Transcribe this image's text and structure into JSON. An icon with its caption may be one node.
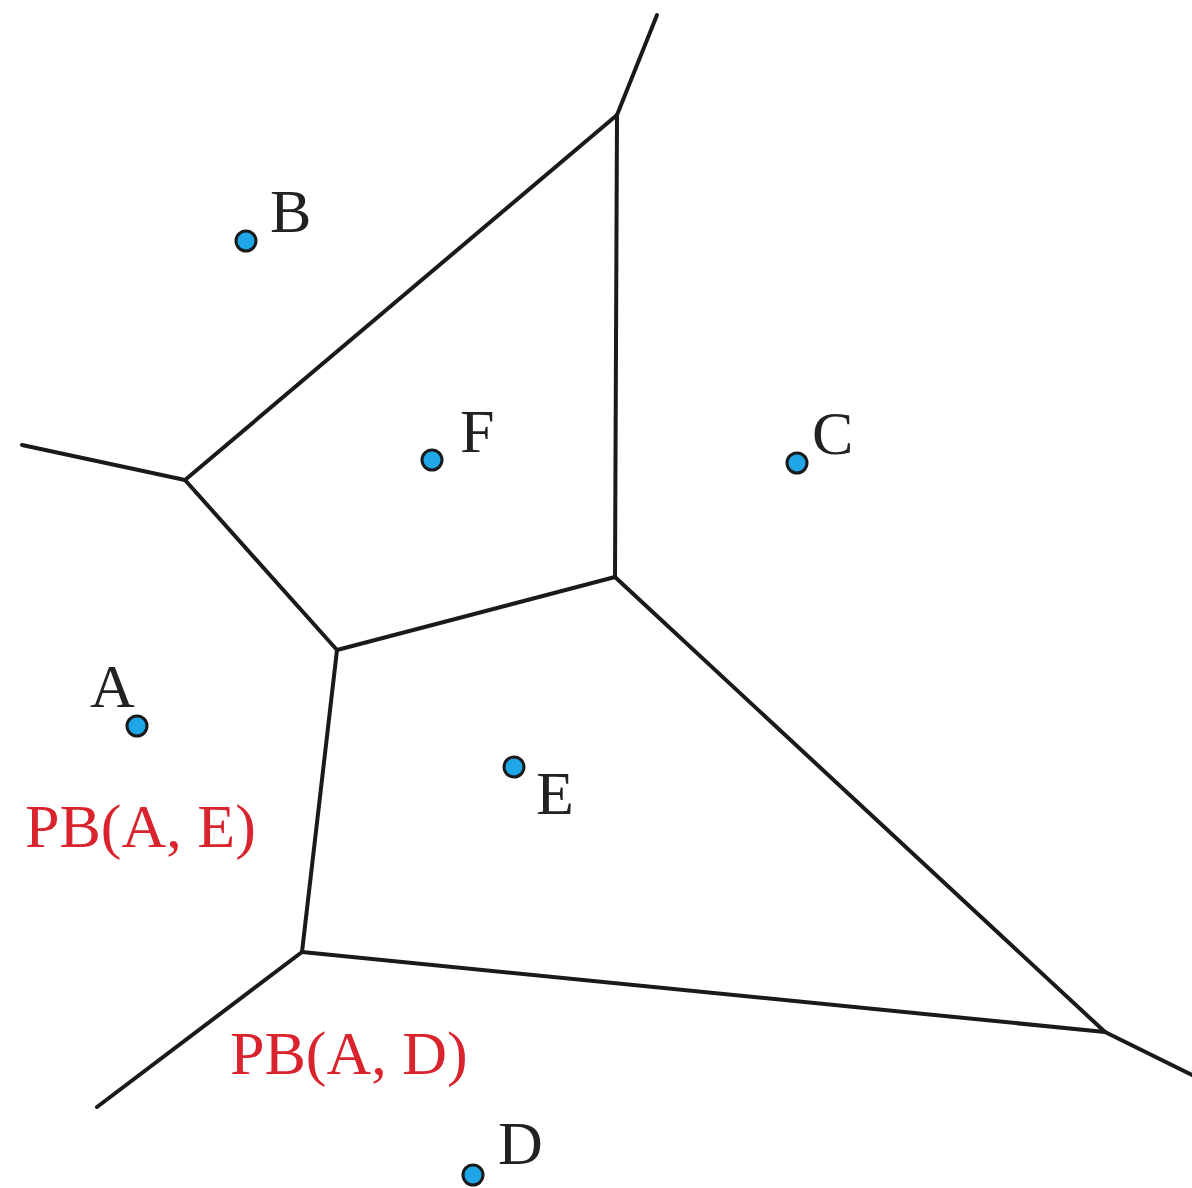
{
  "diagram": {
    "labels": [
      "B",
      "F",
      "C",
      "A",
      "E",
      "PB(A, E)",
      "PB(A, D)",
      "D"
    ]
  }
}
